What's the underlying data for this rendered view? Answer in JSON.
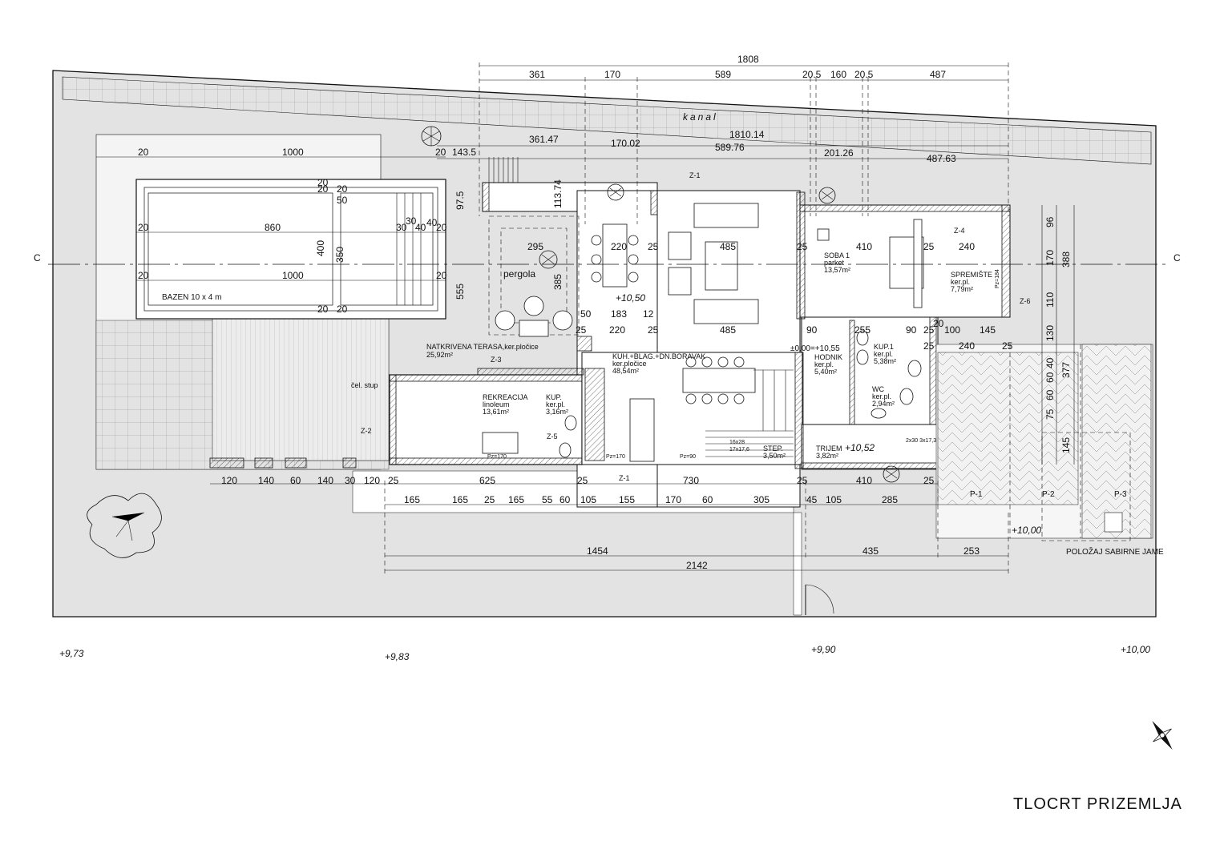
{
  "title": "TLOCRT PRIZEMLJA",
  "section_marks": {
    "left": "C",
    "right": "C"
  },
  "top_dims_1": {
    "total": "1808",
    "segments": [
      "361",
      "170",
      "589",
      "20.5",
      "160",
      "20.5",
      "487"
    ]
  },
  "top_dims_2": {
    "total": "1810.14",
    "segments": [
      "361.47",
      "170.02",
      "589.76",
      "201.26",
      "487.63"
    ],
    "extra": "143.5",
    "extra_left": "20"
  },
  "canal_label": "kanal",
  "pool": {
    "label": "BAZEN 10 x 4 m",
    "dims": {
      "top": "1000",
      "bottom": "1000",
      "inner": "860",
      "left_a": "20",
      "left_b": "20",
      "left_c": "20",
      "width_v": "400",
      "inner_v": "350",
      "small": [
        "20",
        "20",
        "50",
        "20",
        "30",
        "30",
        "40",
        "40",
        "20",
        "20",
        "20",
        "20"
      ]
    }
  },
  "pergola": {
    "label": "pergola",
    "dim_w": "295",
    "dim_h": "385",
    "dim_v": "555",
    "dim_a": "97.5",
    "dim_b": "113.74"
  },
  "terrace": {
    "name": "NATKRIVENA TERASA,ker.pločice",
    "area": "25,92m²"
  },
  "column_label": "čel. stup",
  "rooms": [
    {
      "name": "REKREACIJA",
      "finish": "linoleum",
      "area": "13,61m²"
    },
    {
      "name": "KUP.",
      "finish": "ker.pl.",
      "area": "3,16m²"
    },
    {
      "name": "KUH.+BLAG.+DN.BORAVAK",
      "finish": "ker.pločice",
      "area": "48,54m²"
    },
    {
      "name": "SOBA 1",
      "finish": "parket",
      "area": "13,57m²"
    },
    {
      "name": "SPREMIŠTE",
      "finish": "ker.pl.",
      "area": "7,79m²"
    },
    {
      "name": "HODNIK",
      "finish": "ker.pl.",
      "area": "5,40m²"
    },
    {
      "name": "KUP.1",
      "finish": "ker.pl.",
      "area": "5,38m²"
    },
    {
      "name": "WC",
      "finish": "ker.pl.",
      "area": "2,94m²"
    },
    {
      "name": "STEP.",
      "finish": "",
      "area": "3,50m²"
    },
    {
      "name": "TRIJEM",
      "finish": "",
      "area": "3,82m²"
    }
  ],
  "interior_dims": [
    "220",
    "25",
    "485",
    "183",
    "12",
    "50",
    "25",
    "220",
    "25",
    "485",
    "410",
    "25",
    "240",
    "90",
    "255",
    "90",
    "25",
    "100",
    "145",
    "20",
    "240",
    "25",
    "25",
    "25"
  ],
  "level_marks": {
    "living": "+10,50",
    "zero": "±0,00=+10,55",
    "entry": "+10,52",
    "parking": "+10,00"
  },
  "wall_tags": [
    "Z-1",
    "Z-1",
    "Z-2",
    "Z-3",
    "Z-4",
    "Z-5",
    "Z-6"
  ],
  "sill_tags": [
    "Pz=170",
    "Pz=170",
    "Pz=90",
    "Pz=184"
  ],
  "stair_note": {
    "a": "16x28",
    "b": "17x17,6"
  },
  "door_note": "2x30 3x17,3",
  "right_dims": [
    "96",
    "170",
    "388",
    "110",
    "130",
    "40",
    "60",
    "377",
    "60",
    "75",
    "145"
  ],
  "bottom_dims_1": [
    "120",
    "140",
    "60",
    "140",
    "30",
    "120",
    "25",
    "625",
    "25",
    "730",
    "25",
    "410",
    "25"
  ],
  "bottom_dims_2": [
    "165",
    "165",
    "25",
    "165",
    "55",
    "60",
    "105",
    "155",
    "170",
    "60",
    "305",
    "45",
    "105",
    "285"
  ],
  "bottom_dims_3": {
    "a": "1454",
    "b": "435",
    "c": "253"
  },
  "bottom_dims_4": "2142",
  "parking": [
    "P-1",
    "P-2",
    "P-3"
  ],
  "septic_label": "POLOŽAJ SABIRNE JAME",
  "terrain_levels": [
    "+9,73",
    "+9,83",
    "+9,90",
    "+10,00"
  ],
  "colors": {
    "paving": "#e3e3e3",
    "line": "#111111"
  },
  "icons": [
    "north-arrow-icon",
    "tree-icon",
    "plant-icon"
  ]
}
